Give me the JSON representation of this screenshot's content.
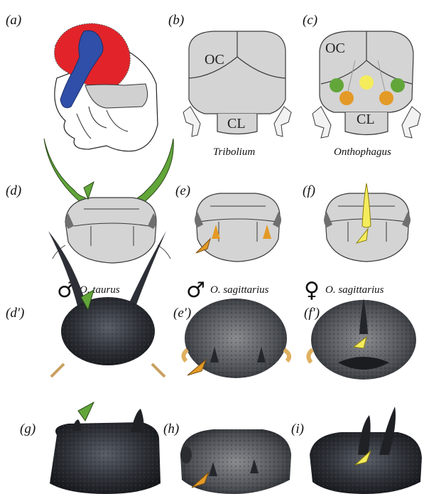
{
  "panels": {
    "a": "(a)",
    "b": "(b)",
    "c": "(c)",
    "d": "(d)",
    "e": "(e)",
    "f": "(f)",
    "d_prime": "(d′)",
    "e_prime": "(e′)",
    "f_prime": "(f′)",
    "g": "(g)",
    "h": "(h)",
    "i": "(i)"
  },
  "regions": {
    "b_oc": "OC",
    "b_cl": "CL",
    "c_oc": "OC",
    "c_cl": "CL"
  },
  "captions": {
    "b": "Tribolium",
    "c": "Onthophagus",
    "d_species": "O. taurus",
    "e_species": "O. sagittarius",
    "f_species": "O. sagittarius"
  },
  "sex_symbols": {
    "d": "♂",
    "e": "♂",
    "f": "♀"
  },
  "colors": {
    "outline": "#3a3a3a",
    "head_fill": "#d4d4d4",
    "head_fill_dark": "#bfbfbf",
    "eye_fill": "#6f6f6f",
    "horn_green": "#62a63a",
    "dorsal_orange": "#e39a26",
    "medial_yellow": "#f5ec5c",
    "domain_red": "#e2242a",
    "domain_blue": "#2f4fa8",
    "photo_dark": "#2c2f35"
  }
}
